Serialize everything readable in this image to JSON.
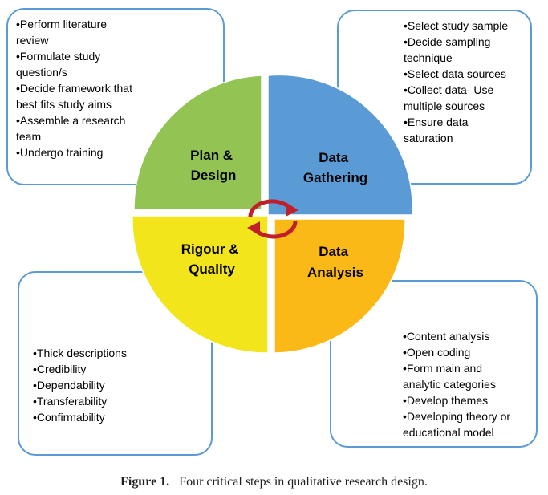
{
  "quadrants": {
    "plan": {
      "line1": "Plan &",
      "line2": "Design",
      "color": "#92c353"
    },
    "gathering": {
      "line1": "Data",
      "line2": "Gathering",
      "color": "#5b9bd5"
    },
    "rigour": {
      "line1": "Rigour &",
      "line2": "Quality",
      "color": "#f2e51b"
    },
    "analysis": {
      "line1": "Data",
      "line2": "Analysis",
      "color": "#fbb917"
    }
  },
  "boxes": {
    "plan": [
      "•Perform literature",
      "review",
      "•Formulate study",
      "question/s",
      "•Decide framework that",
      "best fits study aims",
      "•Assemble a research",
      "team",
      "•Undergo training"
    ],
    "gathering": [
      "•Select study sample",
      "•Decide sampling",
      "technique",
      "•Select data sources",
      "•Collect data- Use",
      "multiple sources",
      "•Ensure data",
      "saturation"
    ],
    "rigour": [
      "•Thick descriptions",
      "•Credibility",
      "•Dependability",
      "•Transferability",
      "•Confirmability"
    ],
    "analysis": [
      "•Content analysis",
      "•Open coding",
      "•Form main and",
      "analytic categories",
      "•Develop themes",
      "•Developing theory or",
      "educational model"
    ]
  },
  "caption": {
    "label": "Figure 1.",
    "text": "Four critical steps in qualitative research design."
  },
  "colors": {
    "box_border": "#5b9bd5",
    "cycle_arrows": "#c0202c"
  }
}
